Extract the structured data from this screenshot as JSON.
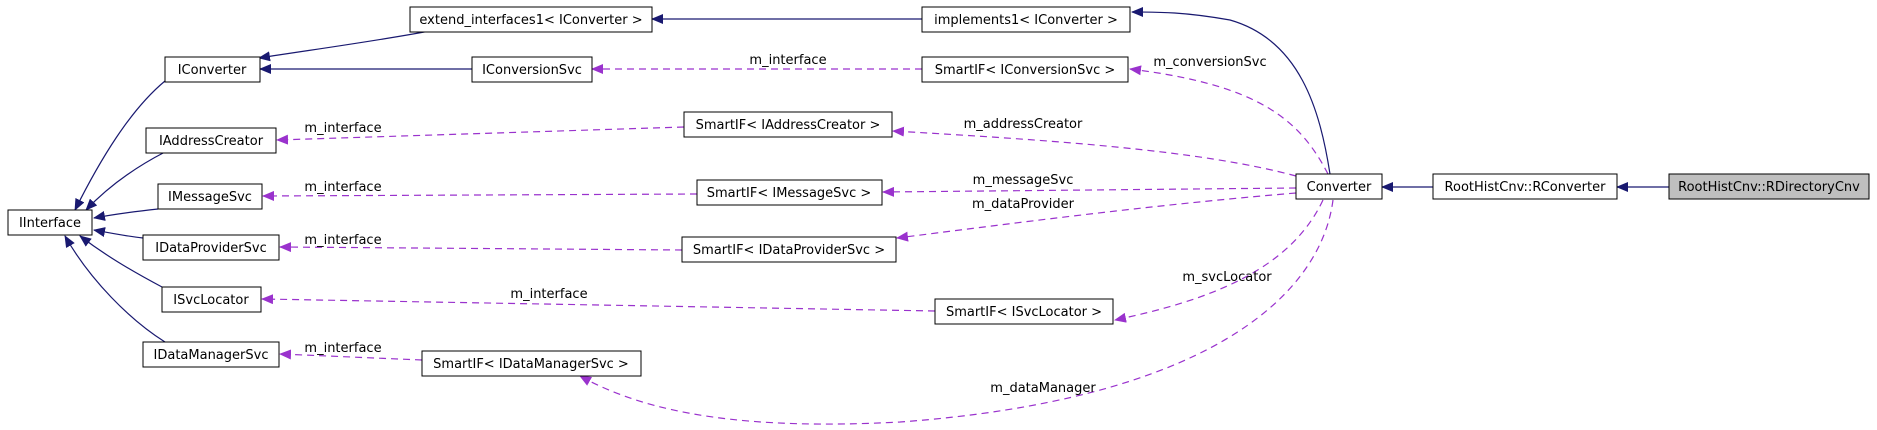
{
  "nodes": {
    "extend_interfaces1": "extend_interfaces1< IConverter >",
    "implements1": "implements1< IConverter >",
    "IConverter": "IConverter",
    "IConversionSvc": "IConversionSvc",
    "SmartIF_IConversionSvc": "SmartIF< IConversionSvc >",
    "IAddressCreator": "IAddressCreator",
    "SmartIF_IAddressCreator": "SmartIF< IAddressCreator >",
    "IMessageSvc": "IMessageSvc",
    "SmartIF_IMessageSvc": "SmartIF< IMessageSvc >",
    "IInterface": "IInterface",
    "Converter": "Converter",
    "RConverter": "RootHistCnv::RConverter",
    "RDirectoryCnv": "RootHistCnv::RDirectoryCnv",
    "IDataProviderSvc": "IDataProviderSvc",
    "SmartIF_IDataProviderSvc": "SmartIF< IDataProviderSvc >",
    "ISvcLocator": "ISvcLocator",
    "SmartIF_ISvcLocator": "SmartIF< ISvcLocator >",
    "IDataManagerSvc": "IDataManagerSvc",
    "SmartIF_IDataManagerSvc": "SmartIF< IDataManagerSvc >"
  },
  "edge_labels": {
    "conv_interface": "m_interface",
    "conversionSvc": "m_conversionSvc",
    "addr_interface": "m_interface",
    "addressCreator": "m_addressCreator",
    "msg_interface": "m_interface",
    "messageSvc": "m_messageSvc",
    "dataProvider": "m_dataProvider",
    "dp_interface": "m_interface",
    "svc_interface": "m_interface",
    "svcLocator": "m_svcLocator",
    "dm_interface": "m_interface",
    "dataManager": "m_dataManager"
  },
  "colors": {
    "inheritance": "#191970",
    "usage": "#9a32cd",
    "focus_fill": "#bfbfbf"
  }
}
